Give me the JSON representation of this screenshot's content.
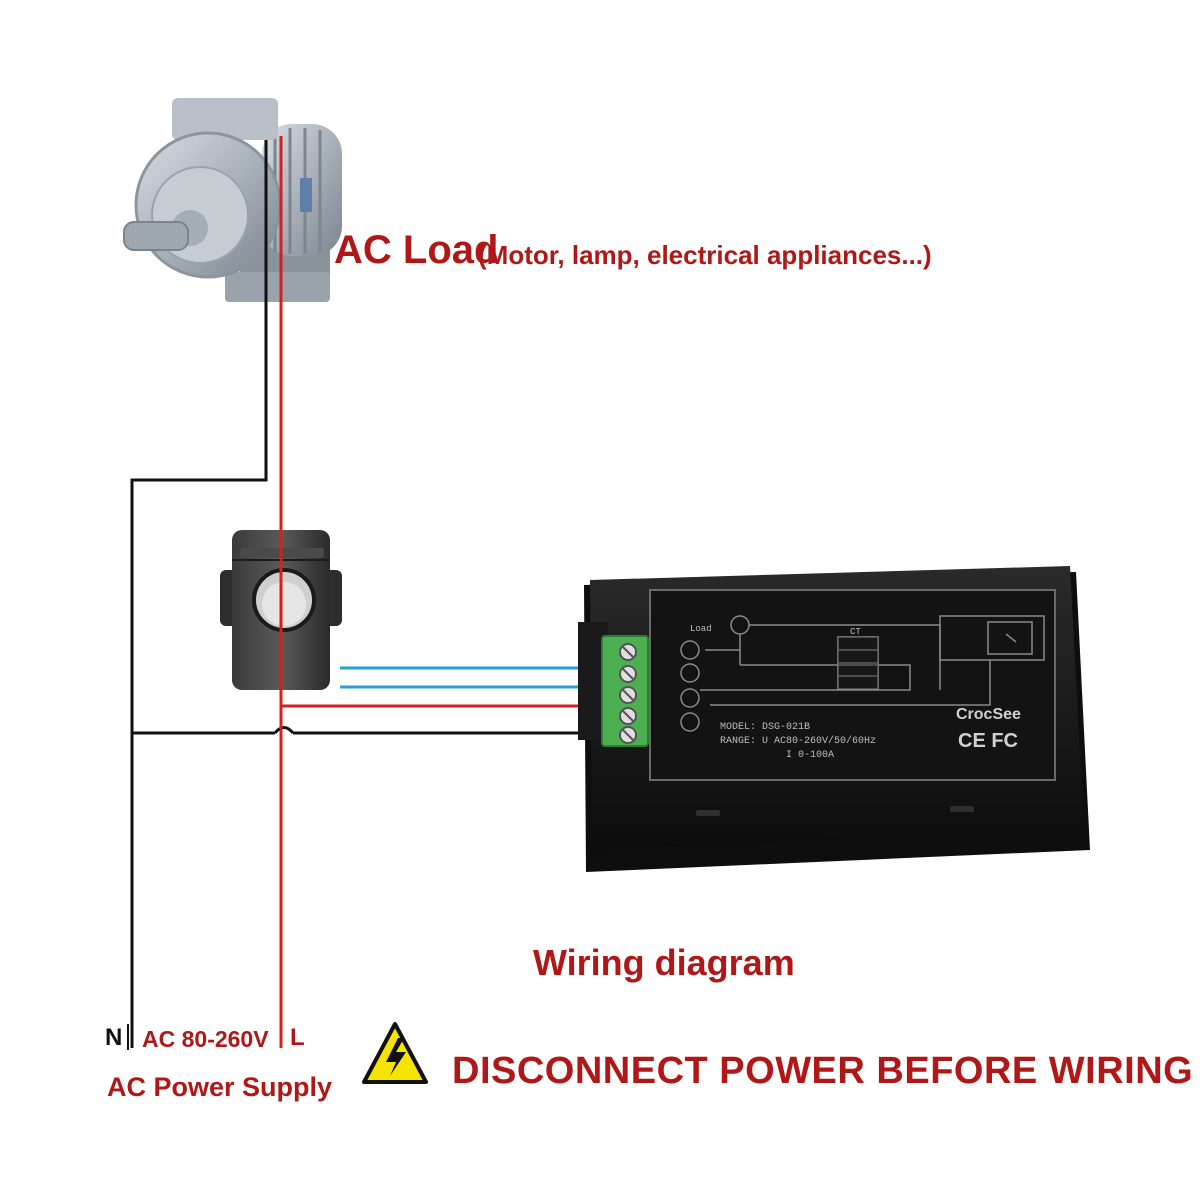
{
  "load": {
    "title": "AC Load",
    "subtitle": "(Motor, lamp, electrical appliances...)"
  },
  "diagram": {
    "title": "Wiring diagram"
  },
  "supply": {
    "neutral_label": "N",
    "voltage_label": "AC 80-260V",
    "live_label": "L",
    "name": "AC Power Supply"
  },
  "warning": {
    "text": "DISCONNECT POWER BEFORE WIRING",
    "icon": "high-voltage-warning-icon"
  },
  "device": {
    "brand": "CrocSee",
    "certifications": "CE FC",
    "model_line": "MODEL: DSG-021B",
    "range_line": "RANGE: U AC80-260V/50/60Hz",
    "range_line2": "I 0-100A",
    "panel_load_label": "Load",
    "panel_ct_label": "CT"
  },
  "colors": {
    "live_wire": "#d42020",
    "neutral_wire": "#111111",
    "signal_wire": "#2a9fd6",
    "terminal": "#4caf50",
    "label_red": "#b01818"
  }
}
